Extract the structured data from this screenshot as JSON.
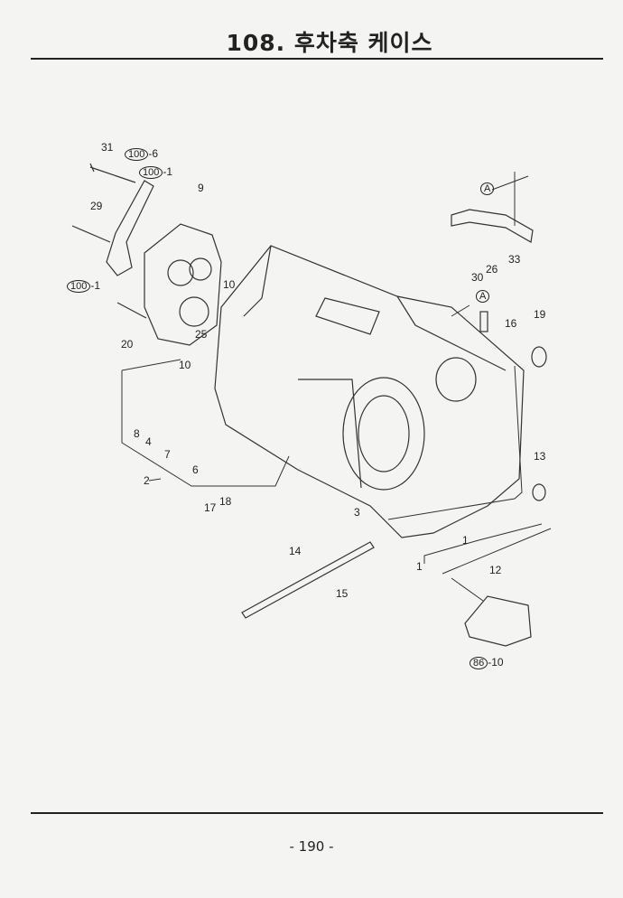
{
  "header": {
    "title": "108. 후차축 케이스"
  },
  "callouts": {
    "c31": "31",
    "c100_6_ref": "100",
    "c100_6_sub": "-6",
    "c100_1a_ref": "100",
    "c100_1a_sub": "-1",
    "c9": "9",
    "c29": "29",
    "c100_1b_ref": "100",
    "c100_1b_sub": "-1",
    "c10a": "10",
    "c20": "20",
    "c25": "25",
    "c10b": "10",
    "c8": "8",
    "c4": "4",
    "c7": "7",
    "c6": "6",
    "c2": "2",
    "c17": "17",
    "c18": "18",
    "cA1": "A",
    "c30": "30",
    "c26": "26",
    "c33": "33",
    "cA2": "A",
    "c16": "16",
    "c19": "19",
    "c13": "13",
    "c3": "3",
    "c1a": "1",
    "c1b": "1",
    "c14": "14",
    "c15": "15",
    "c12": "12",
    "c86_ref": "86",
    "c86_sub": "-10"
  },
  "footer": {
    "page": "- 190 -"
  }
}
